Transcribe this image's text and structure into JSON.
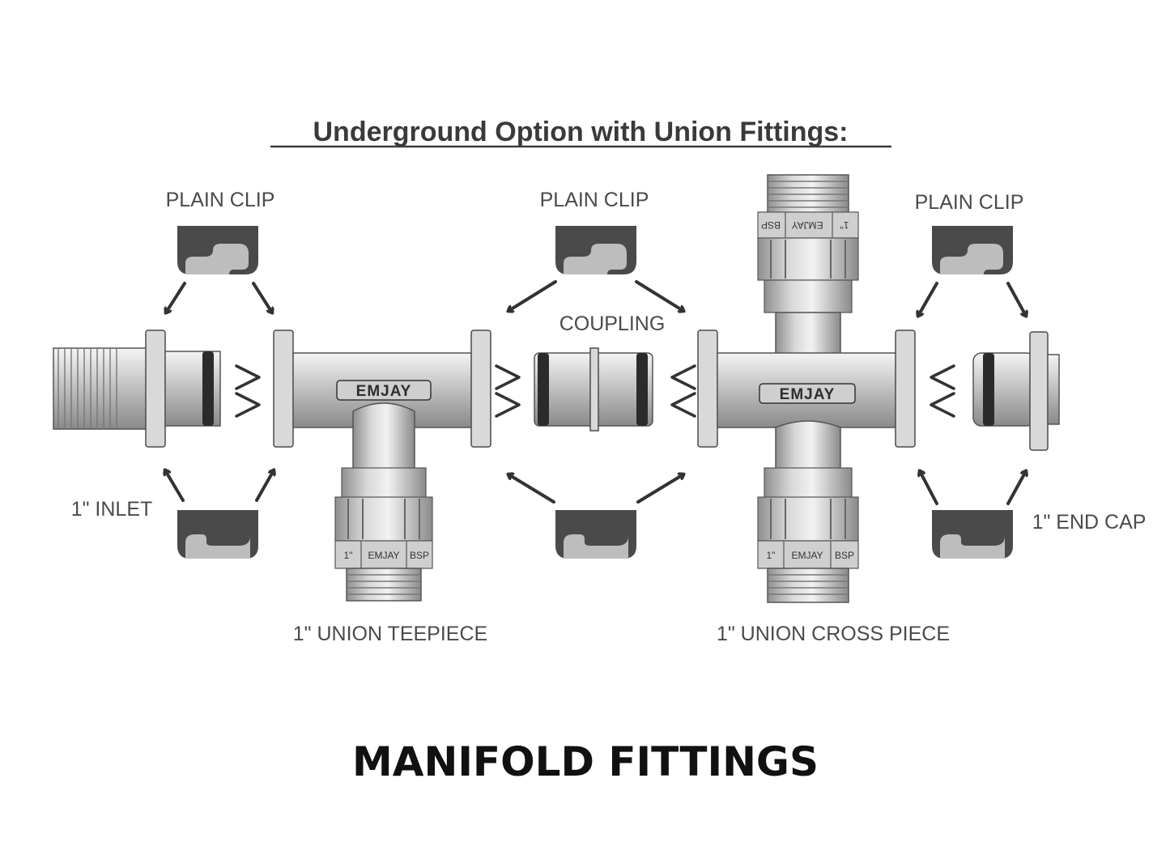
{
  "heading": "Underground Option with Union Fittings:",
  "labels": {
    "plain_clip_left": "PLAIN CLIP",
    "plain_clip_middle": "PLAIN CLIP",
    "plain_clip_right": "PLAIN CLIP",
    "coupling": "COUPLING",
    "inlet": "1\" INLET",
    "end_cap": "1\" END CAP",
    "union_teepiece": "1\" UNION TEEPIECE",
    "union_cross_piece": "1\" UNION CROSS PIECE"
  },
  "markings": {
    "tee_brand": "EMJAY",
    "cross_brand": "EMJAY",
    "tee_plate": [
      "1\"",
      "EMJAY",
      "BSP"
    ],
    "cross_bottom_plate": [
      "1\"",
      "EMJAY",
      "BSP"
    ],
    "cross_top_plate": [
      "BSP",
      "EMJAY",
      "1\""
    ]
  },
  "footer": "MANIFOLD FITTINGS"
}
